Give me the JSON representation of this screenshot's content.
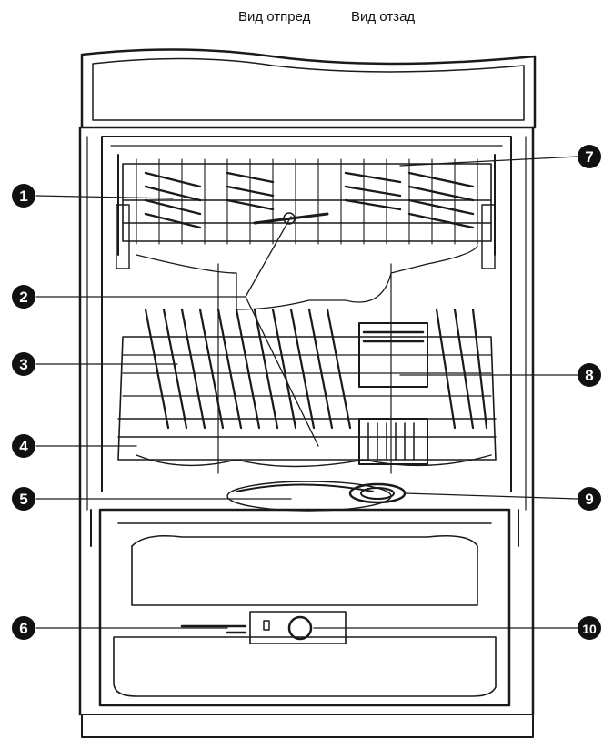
{
  "header": {
    "front_view": "Вид отпред",
    "back_view": "Вид отзад"
  },
  "callouts": [
    {
      "id": 1,
      "label": "1"
    },
    {
      "id": 2,
      "label": "2"
    },
    {
      "id": 3,
      "label": "3"
    },
    {
      "id": 4,
      "label": "4"
    },
    {
      "id": 5,
      "label": "5"
    },
    {
      "id": 6,
      "label": "6"
    },
    {
      "id": 7,
      "label": "7"
    },
    {
      "id": 8,
      "label": "8"
    },
    {
      "id": 9,
      "label": "9"
    },
    {
      "id": 10,
      "label": "10"
    }
  ],
  "colors": {
    "line": "#1a1a1a",
    "callout_fill": "#111111",
    "callout_text": "#ffffff"
  }
}
